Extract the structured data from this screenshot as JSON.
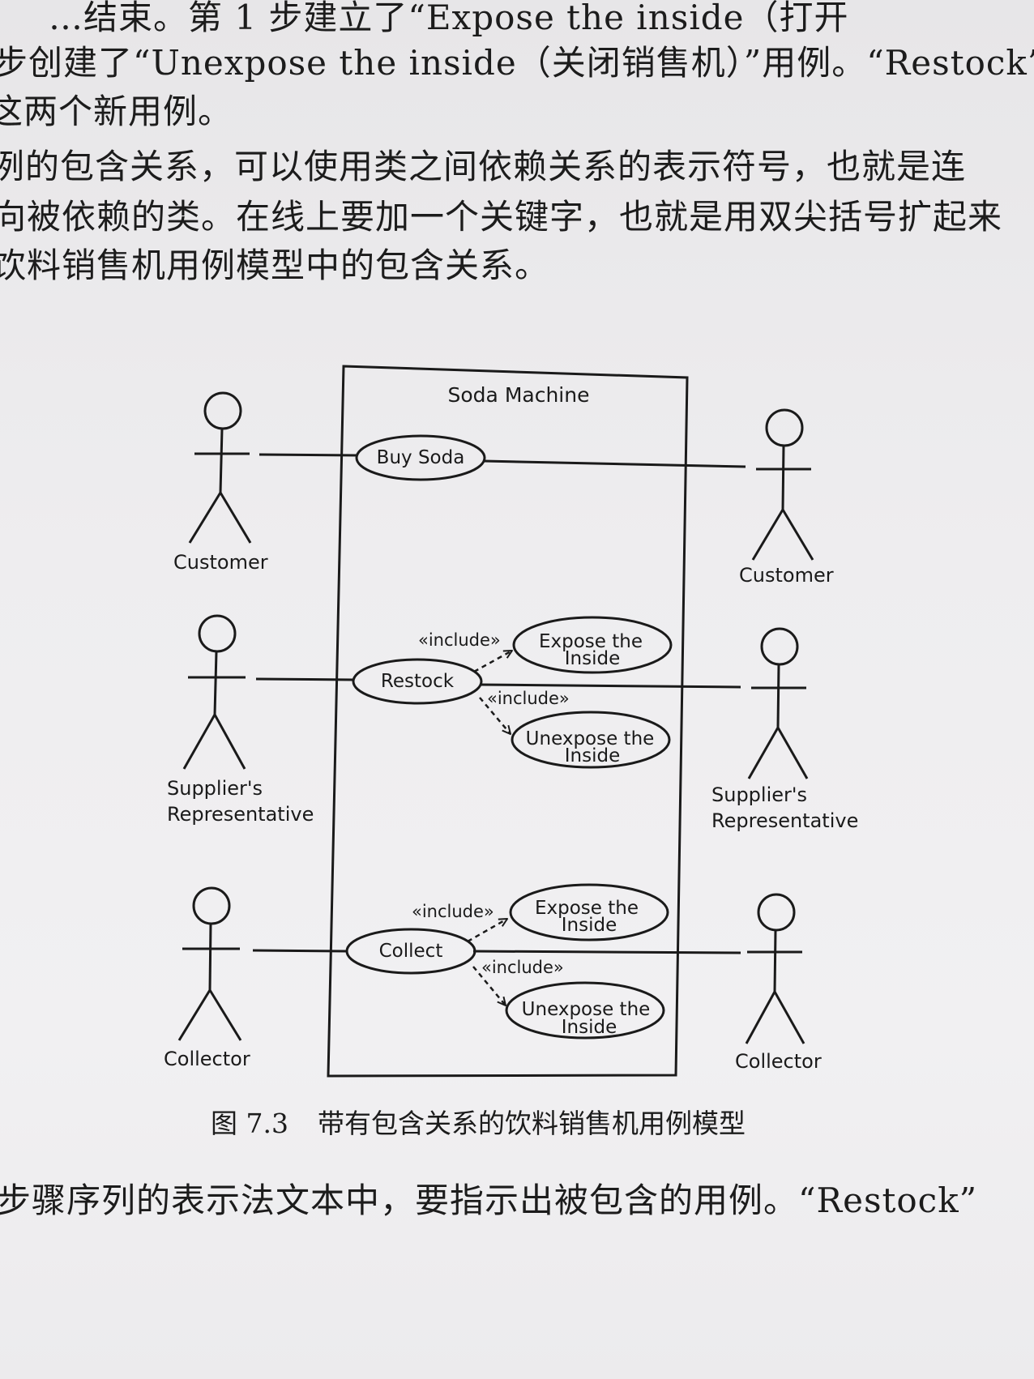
{
  "body_text": {
    "line_0": "…结束。第 1 步建立了“Expose the inside（打开",
    "line_1": "步创建了“Unexpose the inside（关闭销售机）”用例。“Restock”",
    "line_2": "这两个新用例。",
    "line_3": "例的包含关系，可以使用类之间依赖关系的表示符号，也就是连",
    "line_4": "向被依赖的类。在线上要加一个关键字，也就是用双尖括号扩起来",
    "line_5": "饮料销售机用例模型中的包含关系。",
    "line_6": "步骤序列的表示法文本中，要指示出被包含的用例。“Restock”"
  },
  "diagram": {
    "system_title": "Soda Machine",
    "actors_left": [
      "Customer",
      "Supplier's",
      "Representative",
      "Collector"
    ],
    "actors_right": [
      "Customer",
      "Supplier's",
      "Representative",
      "Collector"
    ],
    "use_cases": {
      "buy_soda": "Buy Soda",
      "restock": "Restock",
      "collect": "Collect",
      "expose_line1": "Expose the",
      "unexpose_line1": "Unexpose the",
      "inside": "Inside"
    },
    "include_label": "«include»"
  },
  "caption": {
    "number": "图 7.3",
    "text": "带有包含关系的饮料销售机用例模型"
  }
}
